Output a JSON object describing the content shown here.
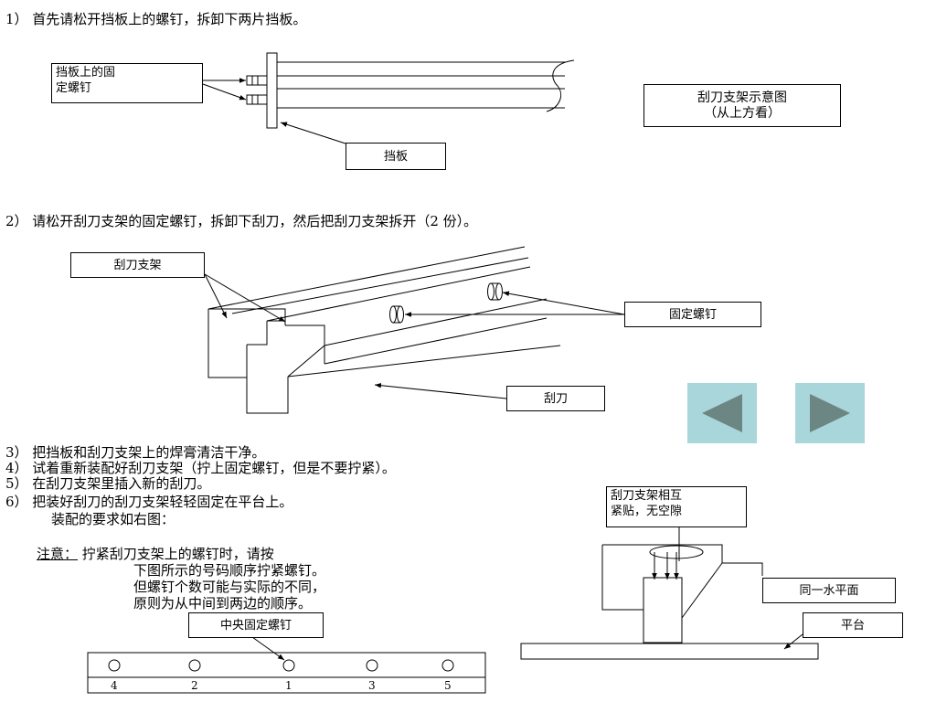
{
  "steps": {
    "s1": "1） 首先请松开挡板上的螺钉，拆卸下两片挡板。",
    "s2": "2） 请松开刮刀支架的固定螺钉，拆卸下刮刀，然后把刮刀支架拆开（2 份）。",
    "s3": "3） 把挡板和刮刀支架上的焊膏清洁干净。",
    "s4": "4） 试着重新装配好刮刀支架（拧上固定螺钉，但是不要拧紧）。",
    "s5": "5） 在刮刀支架里插入新的刮刀。",
    "s6a": "6） 把装好刮刀的刮刀支架轻轻固定在平台上。",
    "s6b": "装配的要求如右图："
  },
  "fig1": {
    "screw_label_line1": "挡板上的固",
    "screw_label_line2": "定螺钉",
    "plate_label": "挡板",
    "title_line1": "刮刀支架示意图",
    "title_line2": "（从上方看）"
  },
  "fig2": {
    "holder_label": "刮刀支架",
    "screw_label": "固定螺钉",
    "blade_label": "刮刀"
  },
  "note": {
    "title": "注意：",
    "line1": "拧紧刮刀支架上的螺钉时，请按",
    "line2": "下图所示的号码顺序拧紧螺钉。",
    "line3": "但螺钉个数可能与实际的不同，",
    "line4": "原则为从中间到两边的顺序。",
    "center_screw_label": "中央固定螺钉",
    "screw_order": [
      "4",
      "2",
      "1",
      "3",
      "5"
    ]
  },
  "fig3": {
    "fit_label_line1": "刮刀支架相互",
    "fit_label_line2": "紧贴，无空隙",
    "level_label": "同一水平面",
    "platform_label": "平台"
  },
  "nav": {
    "prev_icon": "triangle-left-icon",
    "next_icon": "triangle-right-icon",
    "button_bg": "#a9d6da",
    "icon_color": "#6c8684"
  }
}
